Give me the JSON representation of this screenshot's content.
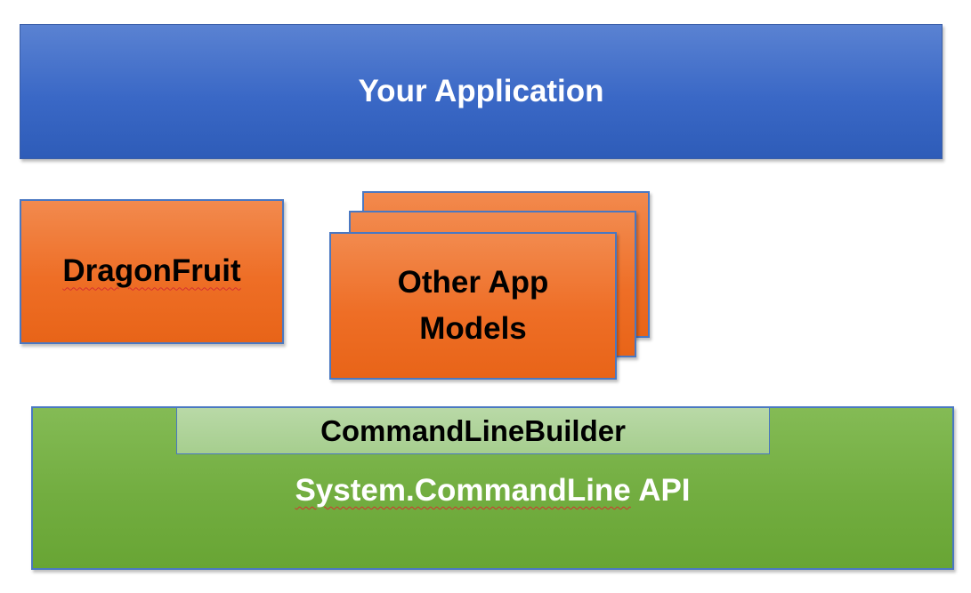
{
  "diagram": {
    "application_label": "Your Application",
    "dragonfruit_label": "DragonFruit",
    "other_models_label_line1": "Other App",
    "other_models_label_line2": "Models",
    "builder_label": "CommandLineBuilder",
    "system_api_word": "System.CommandLine",
    "system_api_suffix": " API"
  },
  "colors": {
    "application_fill": "#3a68c6",
    "app_model_fill": "#ee6e26",
    "system_fill": "#72ad40",
    "builder_fill": "#a6ce8e",
    "border_blue": "#4a78c2"
  }
}
